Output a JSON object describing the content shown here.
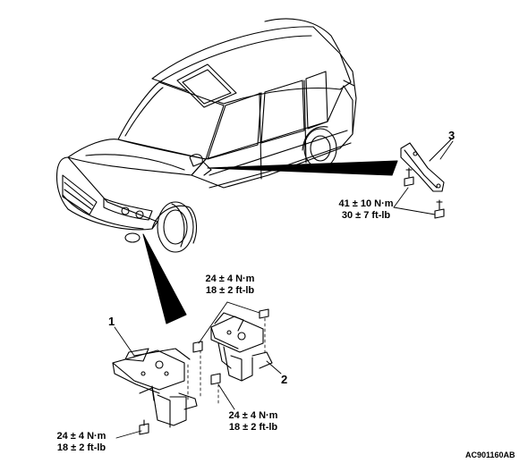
{
  "callouts": {
    "part1": "1",
    "part2": "2",
    "part3": "3"
  },
  "torques": {
    "upper_bracket": {
      "nm": "24 ± 4 N·m",
      "ftlb": "18 ± 2 ft-lb"
    },
    "lower_left": {
      "nm": "24 ± 4 N·m",
      "ftlb": "18 ± 2 ft-lb"
    },
    "lower_middle": {
      "nm": "24 ± 4 N·m",
      "ftlb": "18 ± 2 ft-lb"
    },
    "rear_brace": {
      "nm": "41 ± 10 N·m",
      "ftlb": "30 ± 7 ft-lb"
    }
  },
  "figure_code": "AC901160AB",
  "colors": {
    "line": "#000000",
    "background": "#ffffff"
  }
}
